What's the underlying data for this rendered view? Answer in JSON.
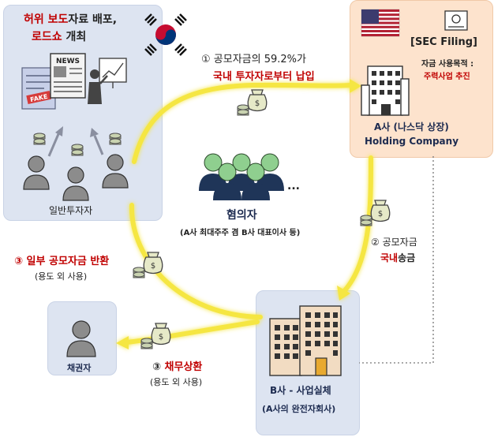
{
  "investor_box": {
    "headline_part1_red": "허위 보도",
    "headline_part1_black": "자료 배포,",
    "headline_part2_red": "로드쇼",
    "headline_part2_black": " 개최",
    "news_label": "NEWS",
    "fake_label": "FAKE",
    "label": "일반투자자"
  },
  "step1": {
    "line1": "① 공모자금의 59.2%가",
    "line2": "국내 투자자로부터 납입"
  },
  "company_a": {
    "sec_label": "[SEC Filing]",
    "purpose_label": "자금 사용목적 :",
    "purpose_value": "주력사업 추진",
    "name": "A사 (나스닥 상장)",
    "type": "Holding Company"
  },
  "conspirators": {
    "ellipsis": "...",
    "label": "혐의자",
    "detail": "(A사 최대주주 겸 B사 대표이사 등)"
  },
  "step2": {
    "line1": "② 공모자금",
    "line2_red": "국내",
    "line2_black": "송금"
  },
  "step3_return": {
    "line1": "③ 일부 공모자금 반환",
    "line2": "(용도 외 사용)"
  },
  "step3_debt": {
    "line1_prefix": "③ ",
    "line1_red": "채무상환",
    "line2": "(용도 외 사용)"
  },
  "creditor": {
    "label": "채권자"
  },
  "company_b": {
    "name": "B사 - 사업실체",
    "detail": "(A사의 완전자회사)"
  },
  "colors": {
    "arrow": "#f5e642",
    "red": "#c00000",
    "box_blue": "#dde4f1",
    "box_orange": "#fde3cd",
    "person_gray": "#8c8c8c",
    "person_green": "#8fcf8f",
    "person_navy": "#1f3558"
  }
}
